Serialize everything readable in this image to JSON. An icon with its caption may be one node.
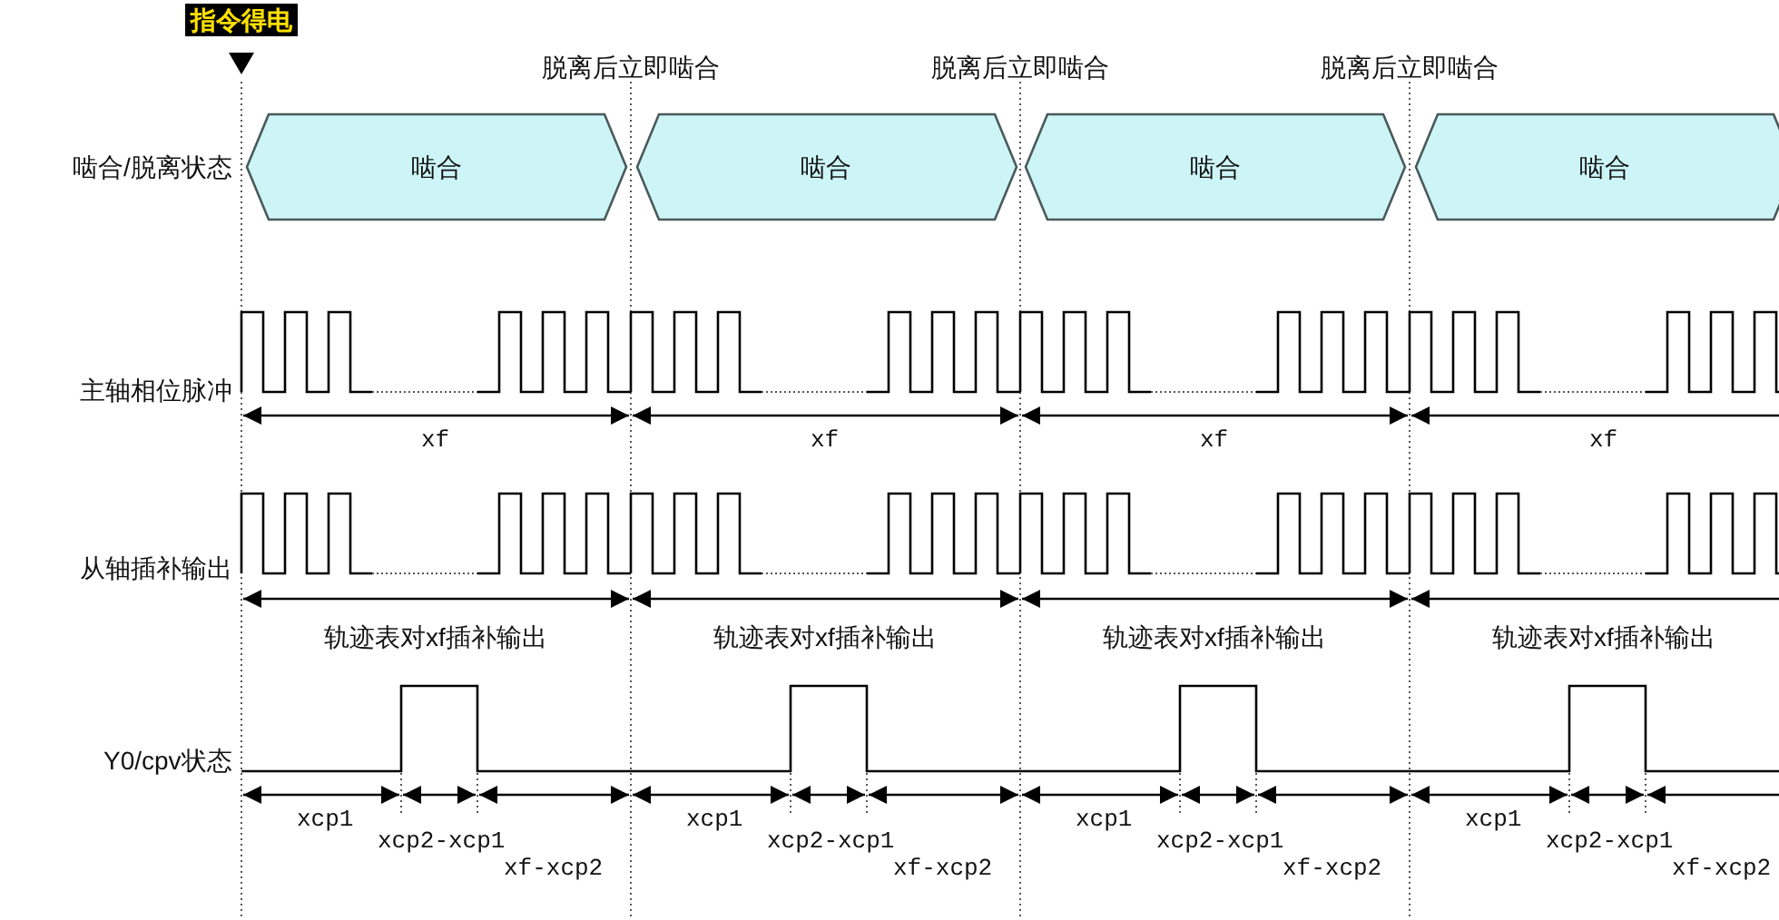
{
  "diagram": {
    "nodes": [
      {
        "text": [
          "啮合"
        ]
      },
      {
        "text": [
          "啮合"
        ]
      },
      {
        "text": [
          "啮合"
        ]
      },
      {
        "text": [
          "啮合"
        ]
      }
    ],
    "labels": [
      "指令得电",
      "脱离后立即啮合",
      "脱离后立即啮合",
      "脱离后立即啮合",
      "啮合/脱离状态",
      "主轴相位脉冲",
      "xf",
      "xf",
      "xf",
      "xf",
      "从轴插补输出",
      "轨迹表对xf插补输出",
      "轨迹表对xf插补输出",
      "轨迹表对xf插补输出",
      "轨迹表对xf插补输出",
      "Y0/cpv状态",
      "xcp1",
      "xcp2-xcp1",
      "xf-xcp2",
      "xcp1",
      "xcp2-xcp1",
      "xf-xcp2",
      "xcp1",
      "xcp2-xcp1",
      "xf-xcp2",
      "xcp1",
      "xcp2-xcp1",
      "xf-xcp2"
    ]
  }
}
